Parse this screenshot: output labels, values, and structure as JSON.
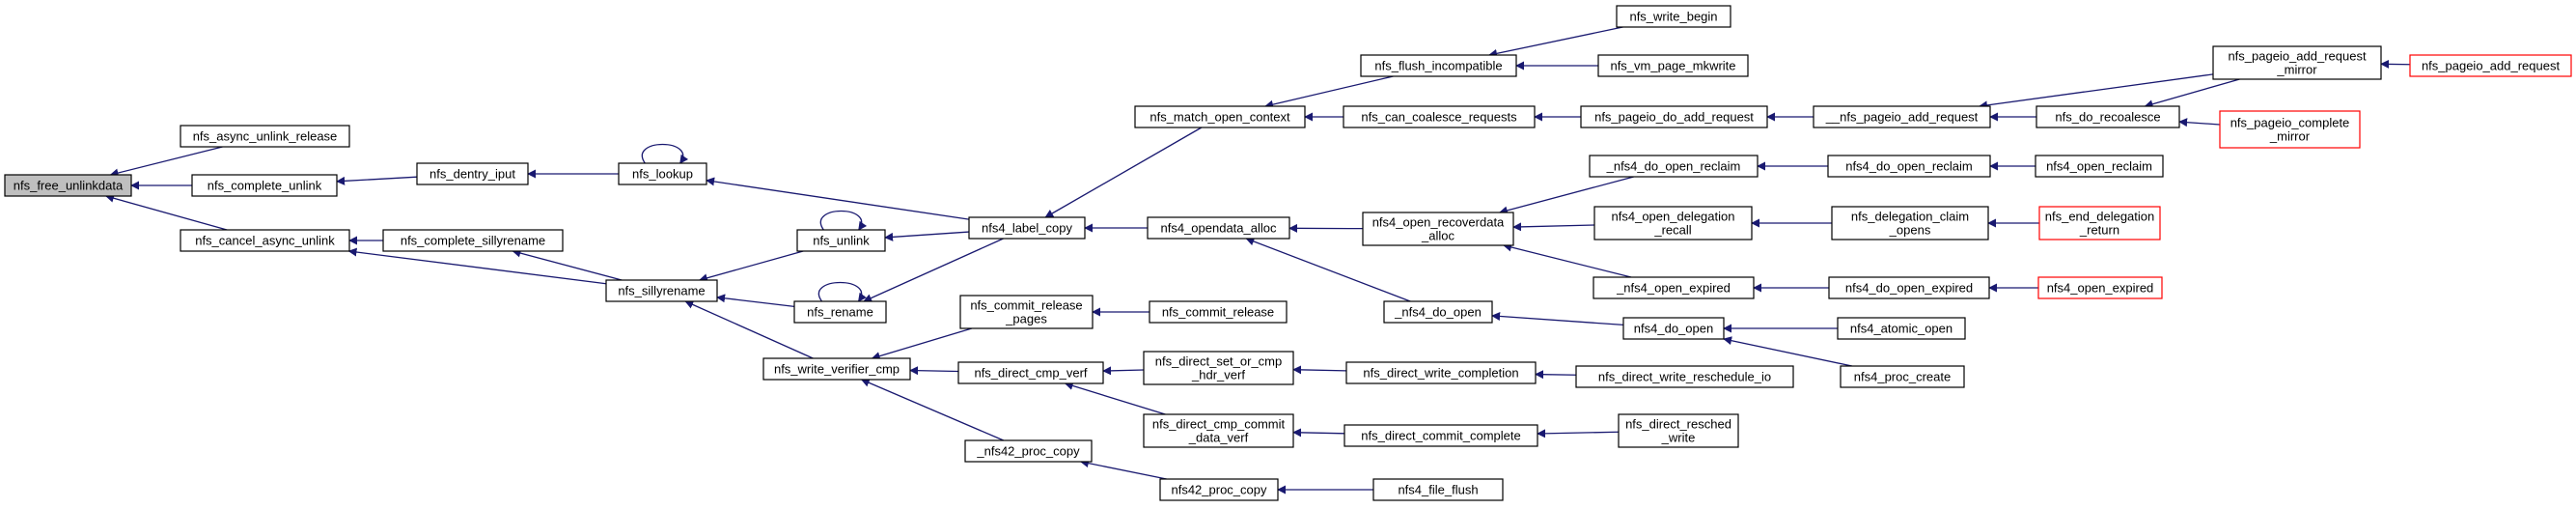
{
  "colors": {
    "edge": "#191970",
    "node_border": "#000000",
    "node_border_truncated": "#ff0000",
    "root_fill": "#bfbfbf",
    "node_fill": "#ffffff"
  },
  "nodes": {
    "free_unlinkdata": {
      "lines": [
        "nfs_free_unlinkdata"
      ],
      "kind": "root"
    },
    "async_unlink_release": {
      "lines": [
        "nfs_async_unlink_release"
      ]
    },
    "complete_unlink": {
      "lines": [
        "nfs_complete_unlink"
      ]
    },
    "cancel_async_unlink": {
      "lines": [
        "nfs_cancel_async_unlink"
      ]
    },
    "dentry_iput": {
      "lines": [
        "nfs_dentry_iput"
      ]
    },
    "complete_sillyrename": {
      "lines": [
        "nfs_complete_sillyrename"
      ]
    },
    "lookup": {
      "lines": [
        "nfs_lookup"
      ]
    },
    "sillyrename": {
      "lines": [
        "nfs_sillyrename"
      ]
    },
    "unlink": {
      "lines": [
        "nfs_unlink"
      ]
    },
    "rename": {
      "lines": [
        "nfs_rename"
      ]
    },
    "write_verifier_cmp": {
      "lines": [
        "nfs_write_verifier_cmp"
      ]
    },
    "nfs4_label_copy": {
      "lines": [
        "nfs4_label_copy"
      ]
    },
    "match_open_context": {
      "lines": [
        "nfs_match_open_context"
      ]
    },
    "commit_release_pages": {
      "lines": [
        "nfs_commit_release",
        "_pages"
      ]
    },
    "direct_cmp_verf": {
      "lines": [
        "nfs_direct_cmp_verf"
      ]
    },
    "nfs42_proc_copy_u": {
      "lines": [
        "_nfs42_proc_copy"
      ]
    },
    "flush_incompatible": {
      "lines": [
        "nfs_flush_incompatible"
      ]
    },
    "can_coalesce_requests": {
      "lines": [
        "nfs_can_coalesce_requests"
      ]
    },
    "opendata_alloc": {
      "lines": [
        "nfs4_opendata_alloc"
      ]
    },
    "commit_release": {
      "lines": [
        "nfs_commit_release"
      ]
    },
    "direct_set_or_cmp": {
      "lines": [
        "nfs_direct_set_or_cmp",
        "_hdr_verf"
      ]
    },
    "direct_cmp_commit": {
      "lines": [
        "nfs_direct_cmp_commit",
        "_data_verf"
      ]
    },
    "nfs42_proc_copy": {
      "lines": [
        "nfs42_proc_copy"
      ]
    },
    "write_begin": {
      "lines": [
        "nfs_write_begin"
      ]
    },
    "vm_page_mkwrite": {
      "lines": [
        "nfs_vm_page_mkwrite"
      ]
    },
    "pageio_do_add_request": {
      "lines": [
        "nfs_pageio_do_add_request"
      ]
    },
    "open_recoverdata_alloc": {
      "lines": [
        "nfs4_open_recoverdata",
        "_alloc"
      ]
    },
    "nfs4_do_open_u": {
      "lines": [
        "_nfs4_do_open"
      ]
    },
    "direct_write_completion": {
      "lines": [
        "nfs_direct_write_completion"
      ]
    },
    "direct_commit_complete": {
      "lines": [
        "nfs_direct_commit_complete"
      ]
    },
    "nfs4_file_flush": {
      "lines": [
        "nfs4_file_flush"
      ]
    },
    "pageio_add_request_u": {
      "lines": [
        "__nfs_pageio_add_request"
      ]
    },
    "nfs4_do_open_reclaim_u": {
      "lines": [
        "_nfs4_do_open_reclaim"
      ]
    },
    "open_delegation_recall": {
      "lines": [
        "nfs4_open_delegation",
        "_recall"
      ]
    },
    "nfs4_open_expired_u": {
      "lines": [
        "_nfs4_open_expired"
      ]
    },
    "nfs4_do_open": {
      "lines": [
        "nfs4_do_open"
      ]
    },
    "direct_write_reschedule_io": {
      "lines": [
        "nfs_direct_write_reschedule_io"
      ]
    },
    "direct_resched_write": {
      "lines": [
        "nfs_direct_resched",
        "_write"
      ]
    },
    "do_recoalesce": {
      "lines": [
        "nfs_do_recoalesce"
      ]
    },
    "nfs4_do_open_reclaim": {
      "lines": [
        "nfs4_do_open_reclaim"
      ]
    },
    "delegation_claim_opens": {
      "lines": [
        "nfs_delegation_claim",
        "_opens"
      ]
    },
    "nfs4_open_expired_mid": {
      "lines": [
        "nfs4_do_open_expired"
      ]
    },
    "atomic_open": {
      "lines": [
        "nfs4_atomic_open"
      ]
    },
    "proc_create": {
      "lines": [
        "nfs4_proc_create"
      ]
    },
    "pageio_add_request_mirror": {
      "lines": [
        "nfs_pageio_add_request",
        "_mirror"
      ]
    },
    "pageio_complete_mirror": {
      "lines": [
        "nfs_pageio_complete",
        "_mirror"
      ],
      "kind": "truncated"
    },
    "open_reclaim": {
      "lines": [
        "nfs4_open_reclaim"
      ]
    },
    "end_delegation_return": {
      "lines": [
        "nfs_end_delegation",
        "_return"
      ],
      "kind": "truncated"
    },
    "open_expired": {
      "lines": [
        "nfs4_open_expired"
      ],
      "kind": "truncated"
    },
    "pageio_add_request": {
      "lines": [
        "nfs_pageio_add_request"
      ],
      "kind": "truncated"
    }
  },
  "edges": [
    [
      "async_unlink_release",
      "free_unlinkdata"
    ],
    [
      "complete_unlink",
      "free_unlinkdata"
    ],
    [
      "cancel_async_unlink",
      "free_unlinkdata"
    ],
    [
      "dentry_iput",
      "complete_unlink"
    ],
    [
      "complete_sillyrename",
      "cancel_async_unlink"
    ],
    [
      "sillyrename",
      "cancel_async_unlink"
    ],
    [
      "lookup",
      "dentry_iput"
    ],
    [
      "lookup",
      "lookup"
    ],
    [
      "sillyrename",
      "complete_sillyrename"
    ],
    [
      "unlink",
      "sillyrename"
    ],
    [
      "rename",
      "sillyrename"
    ],
    [
      "write_verifier_cmp",
      "sillyrename"
    ],
    [
      "unlink",
      "unlink"
    ],
    [
      "rename",
      "rename"
    ],
    [
      "nfs4_label_copy",
      "lookup"
    ],
    [
      "nfs4_label_copy",
      "unlink"
    ],
    [
      "nfs4_label_copy",
      "rename"
    ],
    [
      "commit_release_pages",
      "write_verifier_cmp"
    ],
    [
      "direct_cmp_verf",
      "write_verifier_cmp"
    ],
    [
      "nfs42_proc_copy_u",
      "write_verifier_cmp"
    ],
    [
      "match_open_context",
      "nfs4_label_copy"
    ],
    [
      "opendata_alloc",
      "nfs4_label_copy"
    ],
    [
      "commit_release",
      "commit_release_pages"
    ],
    [
      "direct_set_or_cmp",
      "direct_cmp_verf"
    ],
    [
      "direct_cmp_commit",
      "direct_cmp_verf"
    ],
    [
      "nfs42_proc_copy",
      "nfs42_proc_copy_u"
    ],
    [
      "flush_incompatible",
      "match_open_context"
    ],
    [
      "can_coalesce_requests",
      "match_open_context"
    ],
    [
      "open_recoverdata_alloc",
      "opendata_alloc"
    ],
    [
      "nfs4_do_open_u",
      "opendata_alloc"
    ],
    [
      "direct_write_completion",
      "direct_set_or_cmp"
    ],
    [
      "direct_commit_complete",
      "direct_cmp_commit"
    ],
    [
      "nfs4_file_flush",
      "nfs42_proc_copy"
    ],
    [
      "write_begin",
      "flush_incompatible"
    ],
    [
      "vm_page_mkwrite",
      "flush_incompatible"
    ],
    [
      "pageio_do_add_request",
      "can_coalesce_requests"
    ],
    [
      "nfs4_do_open_reclaim_u",
      "open_recoverdata_alloc"
    ],
    [
      "open_delegation_recall",
      "open_recoverdata_alloc"
    ],
    [
      "nfs4_open_expired_u",
      "open_recoverdata_alloc"
    ],
    [
      "nfs4_do_open",
      "nfs4_do_open_u"
    ],
    [
      "direct_write_reschedule_io",
      "direct_write_completion"
    ],
    [
      "direct_resched_write",
      "direct_commit_complete"
    ],
    [
      "pageio_add_request_u",
      "pageio_do_add_request"
    ],
    [
      "nfs4_do_open_reclaim",
      "nfs4_do_open_reclaim_u"
    ],
    [
      "delegation_claim_opens",
      "open_delegation_recall"
    ],
    [
      "nfs4_open_expired_mid",
      "nfs4_open_expired_u"
    ],
    [
      "atomic_open",
      "nfs4_do_open"
    ],
    [
      "proc_create",
      "nfs4_do_open"
    ],
    [
      "pageio_add_request_mirror",
      "pageio_add_request_u"
    ],
    [
      "do_recoalesce",
      "pageio_add_request_u"
    ],
    [
      "open_reclaim",
      "nfs4_do_open_reclaim"
    ],
    [
      "end_delegation_return",
      "delegation_claim_opens"
    ],
    [
      "open_expired",
      "nfs4_open_expired_mid"
    ],
    [
      "pageio_add_request_mirror",
      "do_recoalesce"
    ],
    [
      "pageio_complete_mirror",
      "do_recoalesce"
    ],
    [
      "pageio_add_request",
      "pageio_add_request_mirror"
    ]
  ]
}
